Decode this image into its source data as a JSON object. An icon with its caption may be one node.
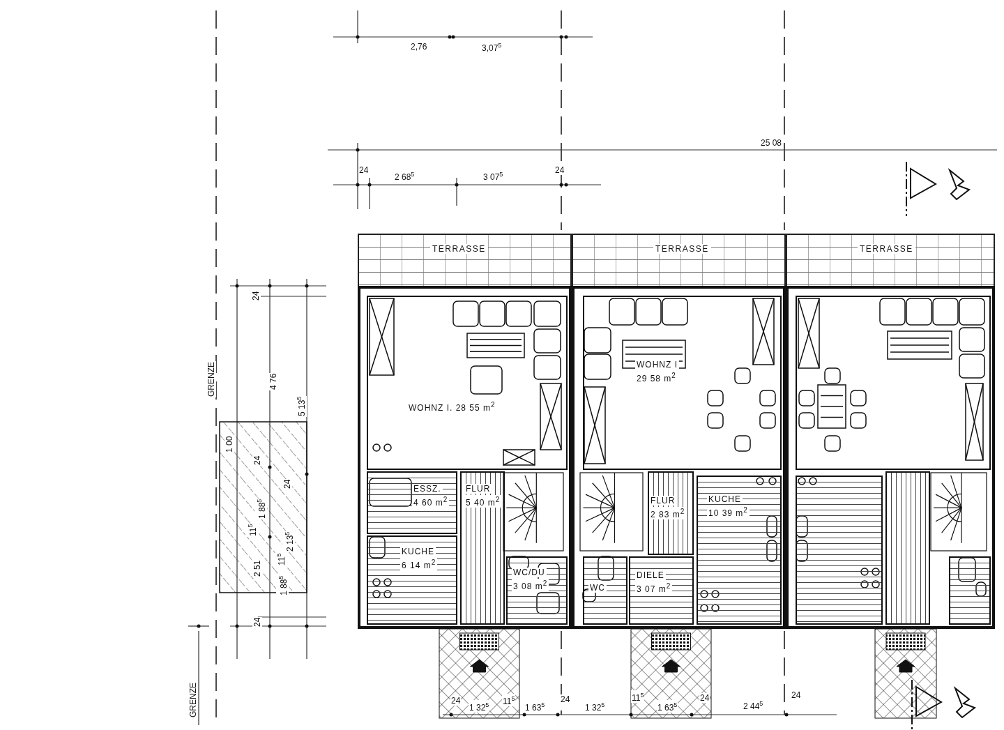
{
  "diagram": {
    "nodes": [
      {
        "text": [
          "TERRASSE"
        ]
      },
      {
        "text": [
          "TERRASSE"
        ]
      },
      {
        "text": [
          "TERRASSE"
        ]
      },
      {
        "text": [],
        "shape": "box"
      },
      {
        "text": [
          "WOHNZ I. 28 55 m$^{2}$"
        ],
        "in": 3
      },
      {
        "text": [
          "ESSZ.",
          "4 60 m$^{2}$"
        ],
        "in": 3
      },
      {
        "text": [
          "FLUR",
          "5 40 m$^{2}$"
        ],
        "in": 3
      },
      {
        "text": [
          "KUCHE",
          "6 14 m$^{2}$"
        ],
        "in": 3
      },
      {
        "text": [
          "WC/DU",
          "3 08 m$^{2}$"
        ],
        "in": 3
      },
      {
        "text": [],
        "shape": "box"
      },
      {
        "text": [
          "WOHNZ I",
          "29 58 m$^{2}$"
        ],
        "in": 9
      },
      {
        "text": [
          "FLUR",
          "2 83 m$^{2}$"
        ],
        "in": 9
      },
      {
        "text": [
          "KUCHE",
          "10 39 m$^{2}$"
        ],
        "in": 9
      },
      {
        "text": [
          "WC"
        ],
        "in": 9
      },
      {
        "text": [
          "DIELE",
          "3 07 m$^{2}$"
        ],
        "in": 9
      },
      {
        "text": [],
        "shape": "box"
      },
      {
        "text": [],
        "shape": "box",
        "in": 15
      },
      {
        "text": [],
        "shape": "box",
        "in": 15
      },
      {
        "text": [],
        "shape": "box",
        "in": 15
      },
      {
        "text": [],
        "shape": "box",
        "in": 15
      }
    ],
    "labels": [
      "2,76",
      "3,07$^{5}$",
      "25 08",
      "24",
      "2 68$^{5}$",
      "3 07$^{5}$",
      "24",
      "24",
      "GRENZE",
      "4 76",
      "5 13$^{5}$",
      "1 00",
      "24",
      "24",
      "1 88$^{5}$",
      "11$^{5}$",
      "2 13$^{5}$",
      "11$^{5}$",
      "2 51",
      "1 88$^{5}$",
      "24",
      "GRENZE",
      "24",
      "1 32$^{5}$",
      "11$^{5}$",
      "1 63$^{5}$",
      "24",
      "1 32$^{5}$",
      "11$^{5}$",
      "1 63$^{5}$",
      "24",
      "2 44$^{5}$",
      "24"
    ]
  }
}
